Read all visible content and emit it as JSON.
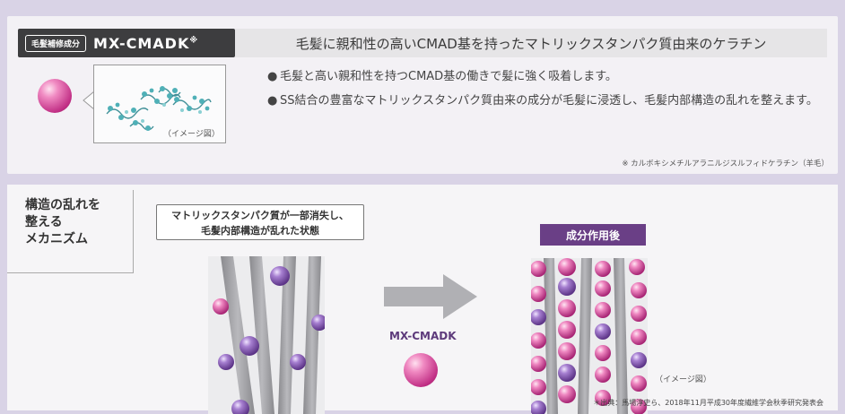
{
  "ingredient": {
    "tag": "毛髪補修成分",
    "name": "MX-CMADK",
    "name_mark": "※"
  },
  "header": {
    "title": "毛髪に親和性の高いCMAD基を持ったマトリックスタンパク質由来のケラチン"
  },
  "illustration": {
    "caption": "（イメージ図）"
  },
  "bullets": [
    "毛髪と高い親和性を持つCMAD基の働きで髪に強く吸着します。",
    "SS結合の豊富なマトリックスタンパク質由来の成分が毛髪に浸透し、毛髪内部構造の乱れを整えます。"
  ],
  "bullet_mark": "●",
  "footnote_ingredient": "※ カルボキシメチルアラニルジスルフィドケラチン（羊毛）",
  "mechanism": {
    "label_lines": [
      "構造の乱れを",
      "整える",
      "メカニズム"
    ],
    "before_lines": [
      "マトリックスタンパク質が一部消失し、",
      "毛髪内部構造が乱れた状態"
    ],
    "after_label": "成分作用後",
    "agent_label": "MX-CMADK",
    "caption": "（イメージ図）"
  },
  "footnote_source": "＊出典：馬場淳史ら、2018年11月平成30年度繊維学会秋季研究発表会",
  "colors": {
    "accent_purple": "#6a3f86",
    "sphere_pink": "#e561a8",
    "sphere_violet": "#8b63b6",
    "fiber_gray": "#9a9a9e"
  }
}
